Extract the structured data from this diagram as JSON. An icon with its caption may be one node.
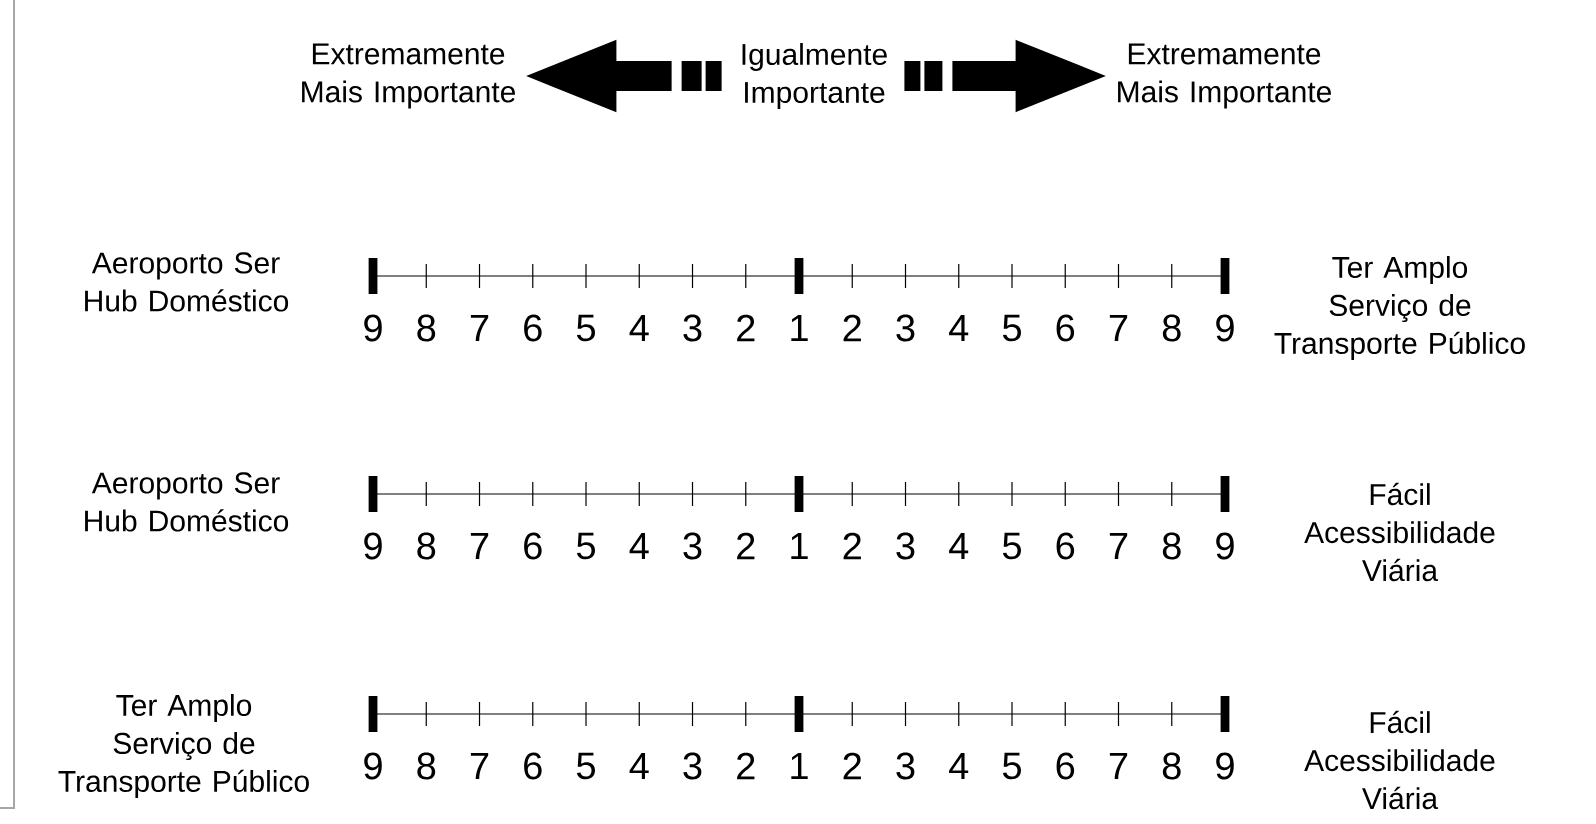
{
  "diagram": {
    "nodes": [
      {
        "text": [
          "Extremamente Mais Importante"
        ]
      },
      {
        "text": [
          "Igualmente Importante"
        ]
      },
      {
        "text": [
          "Extremamente Mais Importante"
        ]
      },
      {
        "text": [
          "Aeroporto Ser Hub Doméstico"
        ]
      },
      {
        "text": [
          "Ter Amplo Serviço de Transporte Público"
        ]
      },
      {
        "text": [
          "Aeroporto Ser Hub Doméstico"
        ]
      },
      {
        "text": [
          "Fácil Acessibilidade Viária"
        ]
      },
      {
        "text": [
          "Ter Amplo Serviço de Transporte Público"
        ]
      },
      {
        "text": [
          "Fácil Acessibilidade Viária"
        ]
      }
    ],
    "edges": [
      {
        "from": 1,
        "to": 0,
        "arrow": "to",
        "style": "dashed"
      },
      {
        "from": 1,
        "to": 2,
        "arrow": "to",
        "style": "dashed"
      }
    ],
    "labels": [
      "9",
      "8",
      "7",
      "6",
      "5",
      "4",
      "3",
      "2",
      "1",
      "2",
      "3",
      "4",
      "5",
      "6",
      "7",
      "8",
      "9",
      "9",
      "8",
      "7",
      "6",
      "5",
      "4",
      "3",
      "2",
      "1",
      "2",
      "3",
      "4",
      "5",
      "6",
      "7",
      "8",
      "9",
      "9",
      "8",
      "7",
      "6",
      "5",
      "4",
      "3",
      "2",
      "1",
      "2",
      "3",
      "4",
      "5",
      "6",
      "7",
      "8",
      "9"
    ]
  }
}
